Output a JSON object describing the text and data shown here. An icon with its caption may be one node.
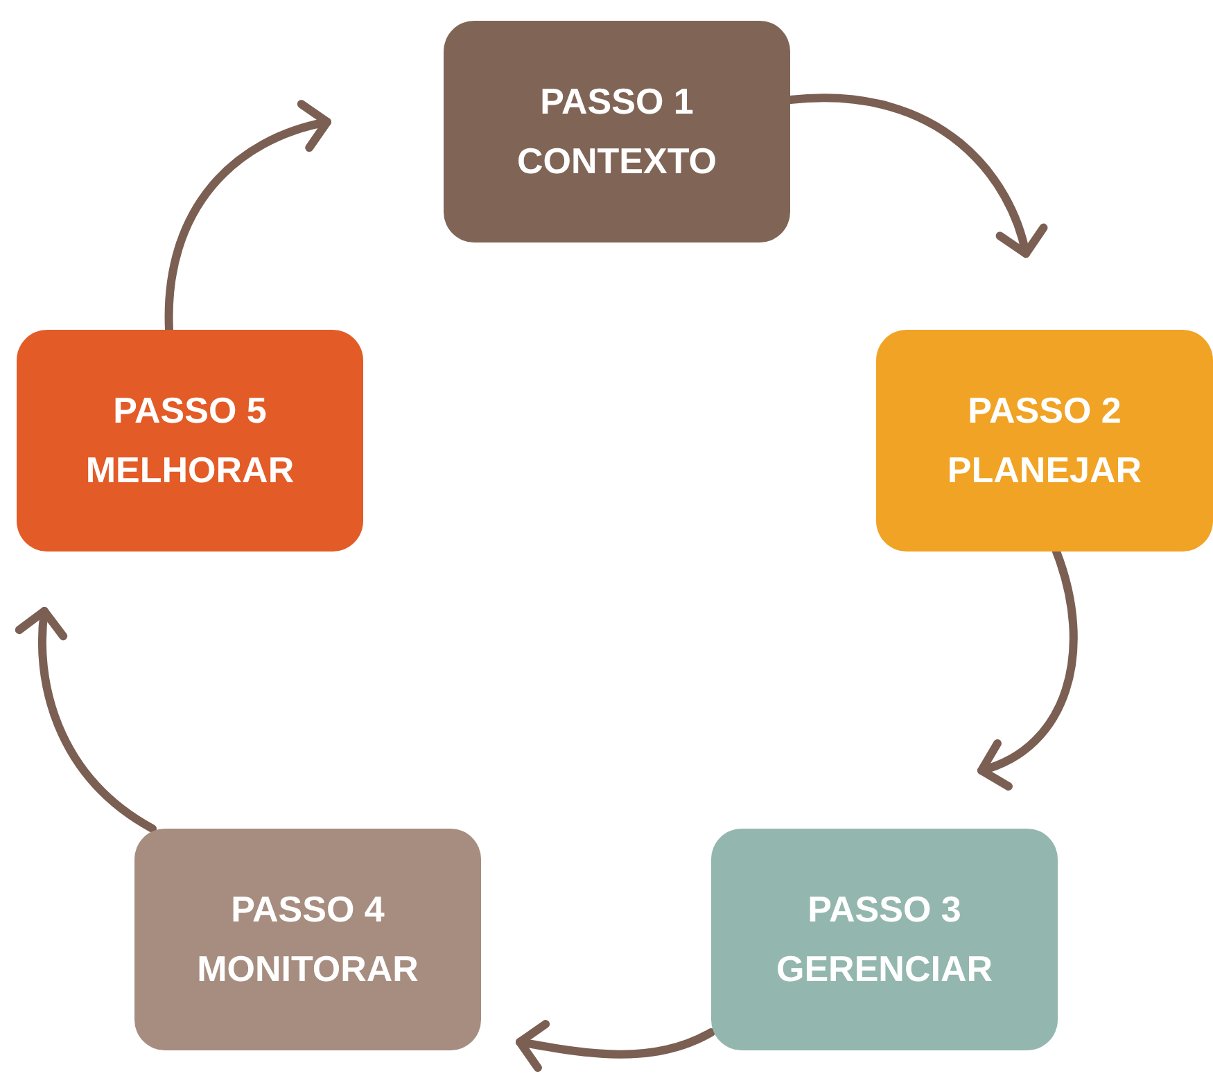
{
  "diagram": {
    "nodes": [
      {
        "text": [
          "PASSO 1",
          "CONTEXTO"
        ]
      },
      {
        "text": [
          "PASSO 2",
          "PLANEJAR"
        ]
      },
      {
        "text": [
          "PASSO 3",
          "GERENCIAR"
        ]
      },
      {
        "text": [
          "PASSO 4",
          "MONITORAR"
        ]
      },
      {
        "text": [
          "PASSO 5",
          "MELHORAR"
        ]
      }
    ],
    "edges": [
      {
        "from": 0,
        "to": 1,
        "arrow": "to"
      },
      {
        "from": 1,
        "to": 2,
        "arrow": "to"
      },
      {
        "from": 2,
        "to": 3,
        "arrow": "to"
      },
      {
        "from": 3,
        "to": 4,
        "arrow": "to"
      },
      {
        "from": 4,
        "to": 0,
        "arrow": "to"
      }
    ]
  }
}
